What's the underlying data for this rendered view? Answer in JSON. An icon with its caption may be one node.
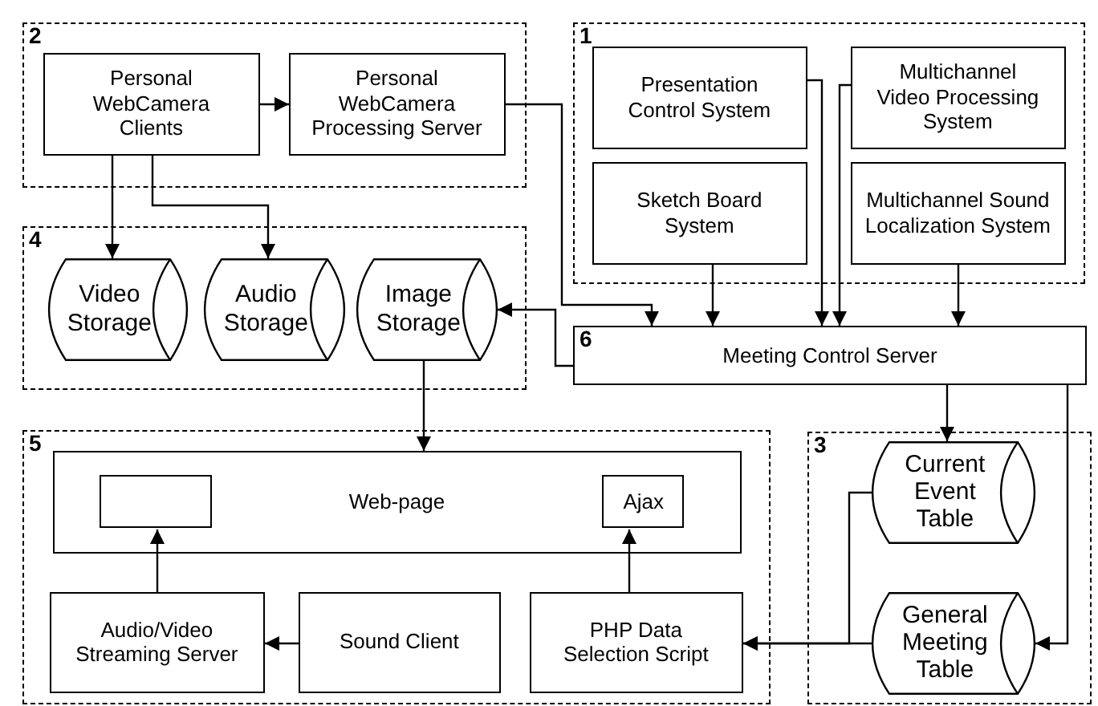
{
  "diagram": {
    "nodes": [
      {
        "text": [
          "2"
        ]
      },
      {
        "text": [
          "Personal WebCamera Clients"
        ],
        "in": 0
      },
      {
        "text": [
          "Personal WebCamera Processing Server"
        ],
        "in": 0
      },
      {
        "text": [
          "1"
        ]
      },
      {
        "text": [
          "Presentation Control System"
        ],
        "in": 3
      },
      {
        "text": [
          "Multichannel Video Processing System"
        ],
        "in": 3
      },
      {
        "text": [
          "Sketch Board System"
        ],
        "in": 3
      },
      {
        "text": [
          "Multichannel Sound Localization System"
        ],
        "in": 3
      },
      {
        "text": [
          "4"
        ]
      },
      {
        "text": [
          "Video Storage"
        ],
        "in": 8
      },
      {
        "text": [
          "Audio Storage"
        ],
        "in": 8
      },
      {
        "text": [
          "Image Storage"
        ],
        "in": 8
      },
      {
        "text": [
          "6",
          "Meeting Control Server"
        ]
      },
      {
        "text": [
          "5"
        ]
      },
      {
        "text": [
          "Web-page"
        ],
        "in": 13
      },
      {
        "text": [],
        "shape": "box",
        "in": 14
      },
      {
        "text": [
          "Ajax"
        ],
        "in": 14
      },
      {
        "text": [
          "Audio/Video Streaming Server"
        ],
        "in": 13
      },
      {
        "text": [
          "Sound Client"
        ],
        "in": 13
      },
      {
        "text": [
          "PHP Data Selection Script"
        ],
        "in": 13
      },
      {
        "text": [
          "3"
        ]
      },
      {
        "text": [
          "Current Event Table"
        ],
        "in": 20
      },
      {
        "text": [
          "General Meeting Table"
        ],
        "in": 20
      }
    ],
    "edges": [
      {
        "from": 1,
        "to": 2,
        "arrow": "to"
      },
      {
        "from": 1,
        "to": 9,
        "arrow": "to"
      },
      {
        "from": 1,
        "to": 10,
        "arrow": "to"
      },
      {
        "from": 2,
        "to": 12,
        "arrow": "to"
      },
      {
        "from": 4,
        "to": 12,
        "arrow": "to"
      },
      {
        "from": 5,
        "to": 12,
        "arrow": "to"
      },
      {
        "from": 6,
        "to": 12,
        "arrow": "to"
      },
      {
        "from": 7,
        "to": 12,
        "arrow": "to"
      },
      {
        "from": 12,
        "to": 11,
        "arrow": "to"
      },
      {
        "from": 11,
        "to": 14,
        "arrow": "to"
      },
      {
        "from": 12,
        "to": 21,
        "arrow": "to"
      },
      {
        "from": 12,
        "to": 22,
        "arrow": "to"
      },
      {
        "from": 21,
        "to": 19,
        "arrow": "to"
      },
      {
        "from": 22,
        "to": 19,
        "arrow": "to"
      },
      {
        "from": 19,
        "to": 16,
        "arrow": "to"
      },
      {
        "from": 17,
        "to": 15,
        "arrow": "to"
      },
      {
        "from": 18,
        "to": 17,
        "arrow": "to"
      }
    ]
  }
}
